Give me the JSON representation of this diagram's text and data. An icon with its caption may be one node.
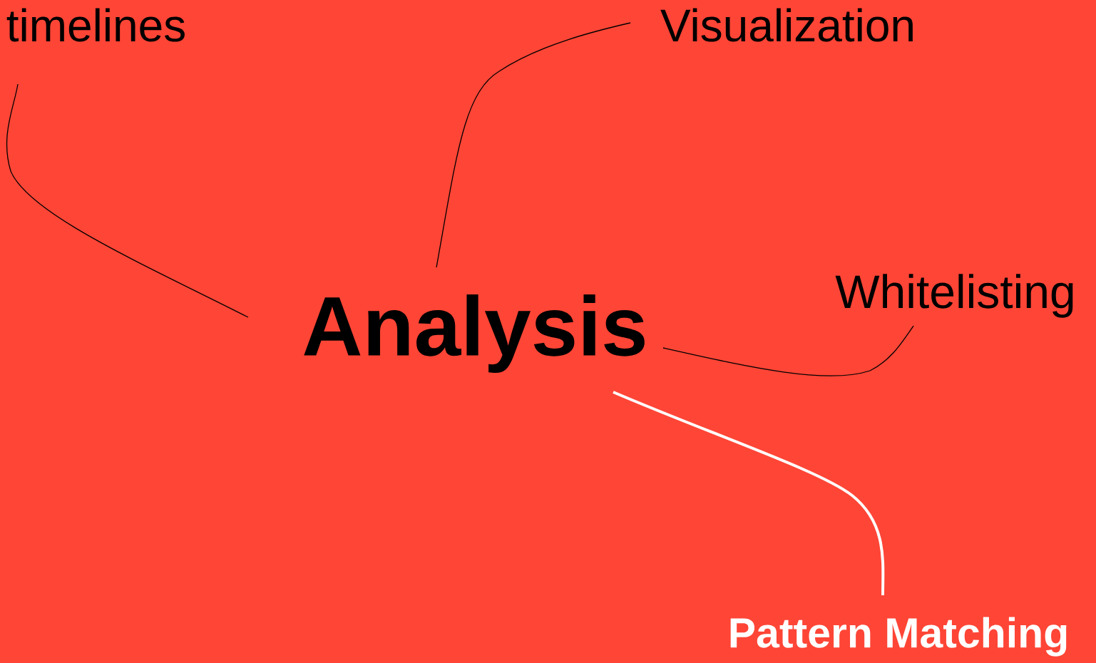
{
  "diagram": {
    "nodes": [
      {
        "text": [
          "Analysis"
        ]
      },
      {
        "text": [
          "timelines"
        ]
      },
      {
        "text": [
          "Visualization"
        ]
      },
      {
        "text": [
          "Whitelisting"
        ]
      },
      {
        "text": [
          "Pattern Matching"
        ]
      }
    ],
    "edges": [
      {
        "from": 0,
        "to": 1,
        "arrow": "none"
      },
      {
        "from": 0,
        "to": 2,
        "arrow": "none"
      },
      {
        "from": 0,
        "to": 3,
        "arrow": "none"
      },
      {
        "from": 0,
        "to": 4,
        "arrow": "none",
        "style": "thick",
        "color": "#ffffff"
      }
    ]
  }
}
